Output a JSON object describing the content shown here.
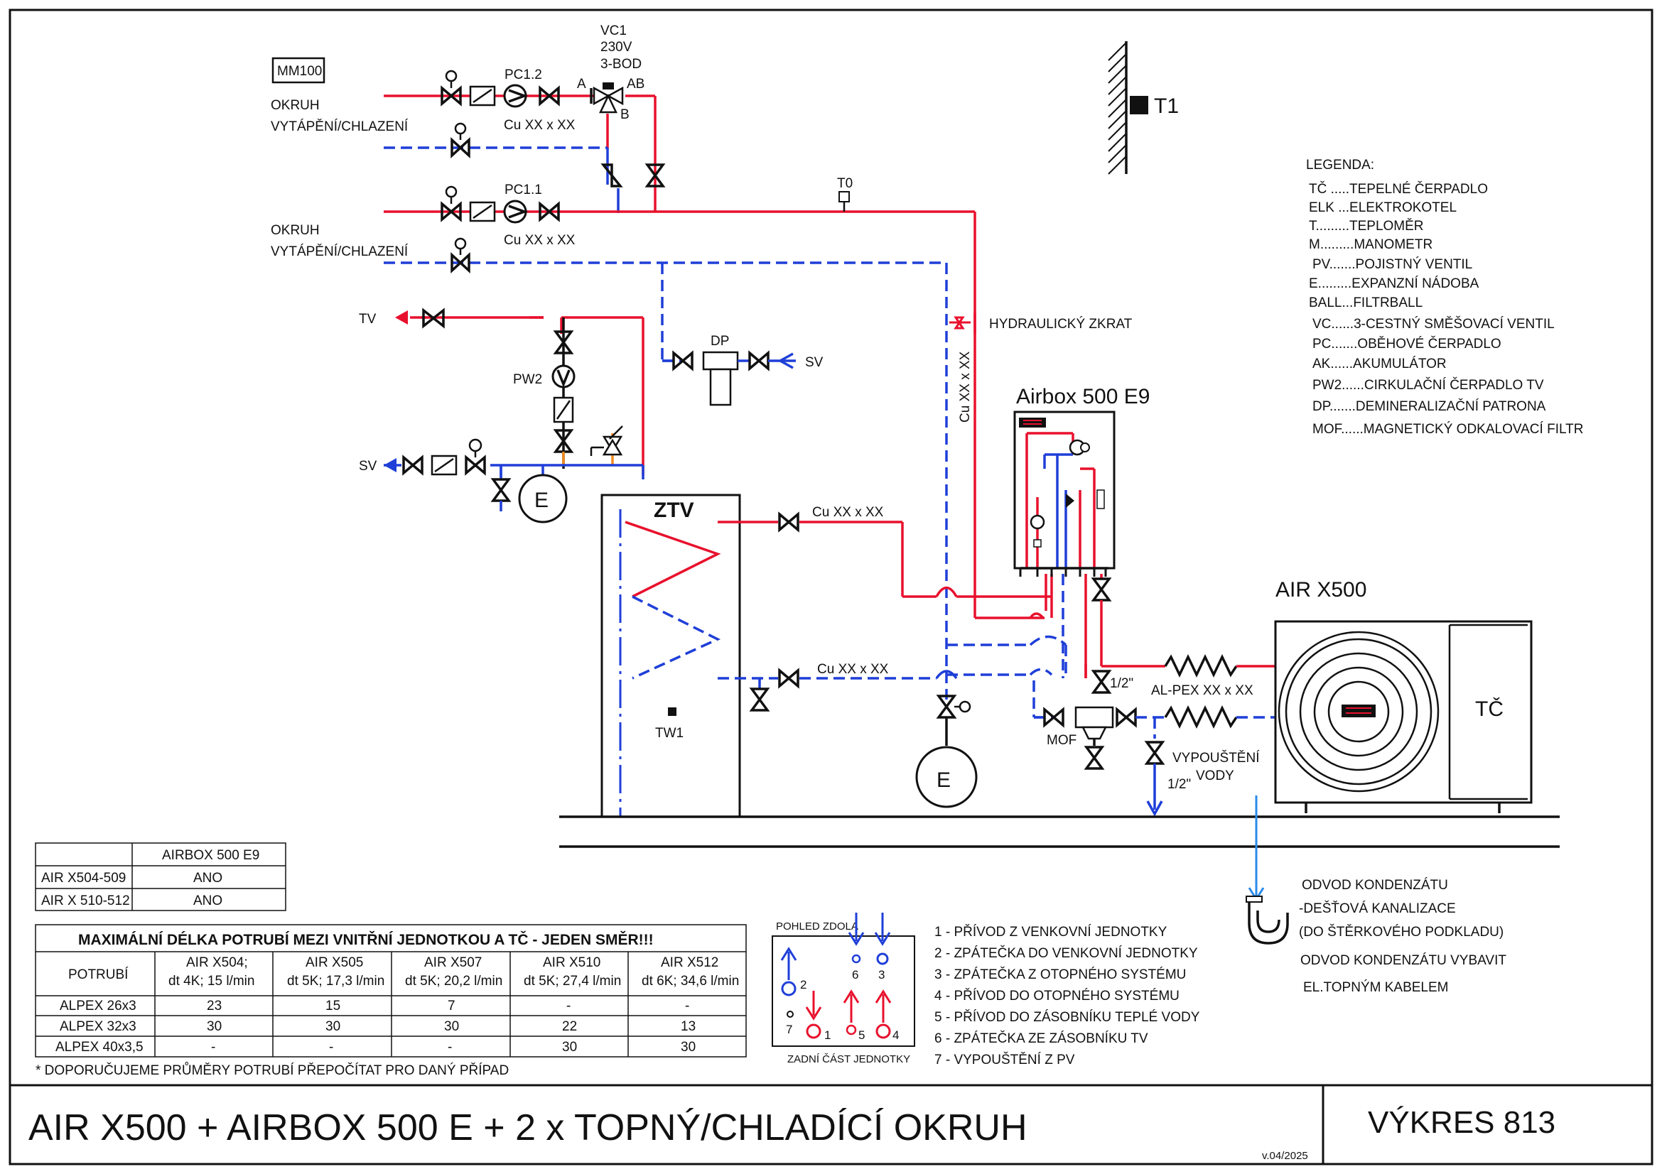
{
  "labels": {
    "mm100": "MM100",
    "okruh1_a": "OKRUH",
    "okruh1_b": "VYTÁPĚNÍ/CHLAZENÍ",
    "okruh2_a": "OKRUH",
    "okruh2_b": "VYTÁPĚNÍ/CHLAZENÍ",
    "vc1_a": "VC1",
    "vc1_b": "230V",
    "vc1_c": "3-BOD",
    "port_a": "A",
    "port_ab": "AB",
    "port_b": "B",
    "pc12": "PC1.2",
    "pc11": "PC1.1",
    "cu1": "Cu XX x XX",
    "cu2": "Cu XX x XX",
    "cu3": "Cu XX x XX",
    "cu4": "Cu XX x XX",
    "cu_vert": "Cu XX x XX",
    "t0": "T0",
    "t1": "T1",
    "tv": "TV",
    "sv1": "SV",
    "sv2": "SV",
    "dp": "DP",
    "pw2": "PW2",
    "e": "E",
    "e2": "E",
    "ztv": "ZTV",
    "tw1": "TW1",
    "hydr": "HYDRAULICKÝ ZKRAT",
    "airbox": "Airbox 500 E9",
    "airx": "AIR X500",
    "tc": "TČ",
    "alpex": "AL-PEX XX x XX",
    "half1": "1/2\"",
    "half2": "1/2\"",
    "mof": "MOF",
    "vyp1": "VYPOUŠTĚNÍ",
    "vyp2": "VODY",
    "kond1": "ODVOD KONDENZÁTU",
    "kond2": "-DEŠŤOVÁ KANALIZACE",
    "kond3": "(DO ŠTĚRKOVÉHO PODKLADU)",
    "kond4": "ODVOD KONDENZÁTU VYBAVIT",
    "kond5": "EL.TOPNÝM KABELEM"
  },
  "legend": {
    "title": "LEGENDA:",
    "items": [
      "TČ .....TEPELNÉ ČERPADLO",
      "ELK ...ELEKTROKOTEL",
      "T.........TEPLOMĚR",
      "M.........MANOMETR",
      "PV.......POJISTNÝ VENTIL",
      "E.........EXPANZNÍ NÁDOBA",
      "BALL...FILTRBALL",
      "VC......3-CESTNÝ SMĚŠOVACÍ VENTIL",
      "PC.......OBĚHOVÉ ČERPADLO",
      "AK......AKUMULÁTOR",
      "PW2......CIRKULAČNÍ ČERPADLO TV",
      "DP.......DEMINERALIZAČNÍ PATRONA",
      "MOF......MAGNETICKÝ ODKALOVACÍ FILTR"
    ]
  },
  "compat_table": {
    "header": [
      "",
      "AIRBOX 500 E9"
    ],
    "rows": [
      [
        "AIR X504-509",
        "ANO"
      ],
      [
        "AIR X 510-512",
        "ANO"
      ]
    ]
  },
  "length_table": {
    "title": "MAXIMÁLNÍ DÉLKA POTRUBÍ MEZI VNITŘNÍ JEDNOTKOU A TČ - JEDEN SMĚR!!!",
    "col0": "POTRUBÍ",
    "cols": [
      [
        "AIR X504;",
        "dt 4K; 15 l/min"
      ],
      [
        "AIR X505",
        "dt 5K; 17,3 l/min"
      ],
      [
        "AIR X507",
        "dt 5K; 20,2 l/min"
      ],
      [
        "AIR X510",
        "dt 5K; 27,4 l/min"
      ],
      [
        "AIR X512",
        "dt 6K; 34,6 l/min"
      ]
    ],
    "rows": [
      [
        "ALPEX 26x3",
        "23",
        "15",
        "7",
        "-",
        "-"
      ],
      [
        "ALPEX 32x3",
        "30",
        "30",
        "30",
        "22",
        "13"
      ],
      [
        "ALPEX 40x3,5",
        "-",
        "-",
        "-",
        "30",
        "30"
      ]
    ],
    "note": "* DOPORUČUJEME PRŮMĚRY POTRUBÍ PŘEPOČÍTAT PRO DANÝ PŘÍPAD"
  },
  "ports": {
    "top_label": "POHLED ZDOLA",
    "bottom_label": "ZADNÍ ČÁST JEDNOTKY",
    "numbers": [
      "1",
      "2",
      "3",
      "4",
      "5",
      "6",
      "7"
    ],
    "list": [
      "1 - PŘÍVOD Z VENKOVNÍ JEDNOTKY",
      "2 - ZPÁTEČKA DO VENKOVNÍ JEDNOTKY",
      "3 - ZPÁTEČKA Z OTOPNÉHO SYSTÉMU",
      "4 - PŘÍVOD DO OTOPNÉHO SYSTÉMU",
      "5 - PŘÍVOD DO ZÁSOBNÍKU TEPLÉ VODY",
      "6 - ZPÁTEČKA ZE ZÁSOBNÍKU TV",
      "7 - VYPOUŠTĚNÍ Z PV"
    ]
  },
  "title_block": {
    "title": "AIR X500 + AIRBOX 500 E + 2 x TOPNÝ/CHLADÍCÍ OKRUH",
    "drawing": "VÝKRES 813",
    "version": "v.04/2025"
  },
  "colors": {
    "supply": "#e8112d",
    "return": "#1f3fd8",
    "lines": "#111111",
    "condensate": "#2a8ae8",
    "relief": "#f08a1c"
  }
}
